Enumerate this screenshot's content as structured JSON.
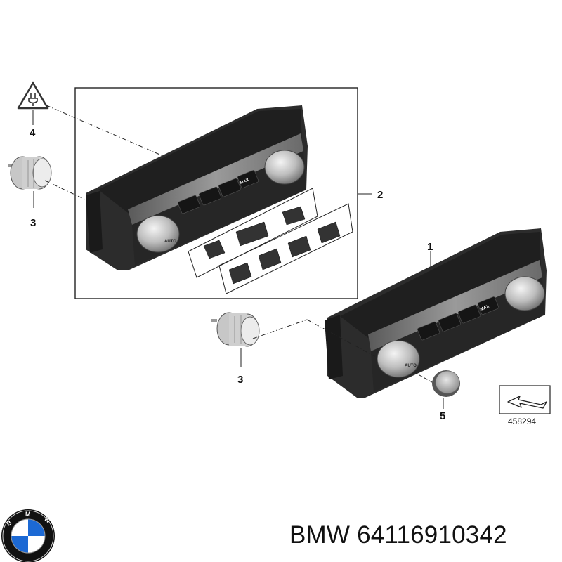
{
  "callouts": {
    "item_1": "1",
    "item_2": "2",
    "item_3_top": "3",
    "item_3_bottom": "3",
    "item_4": "4",
    "item_5": "5"
  },
  "diagram_ref": "458294",
  "panel_labels": {
    "knob_label": "AUTO",
    "max_button": "MAX"
  },
  "caption": {
    "brand": "BMW",
    "part_number": "64116910342"
  },
  "logo": {
    "letters": "BMW",
    "colors": {
      "blue": "#1c69d4",
      "white": "#ffffff",
      "ring": "#111111"
    }
  }
}
